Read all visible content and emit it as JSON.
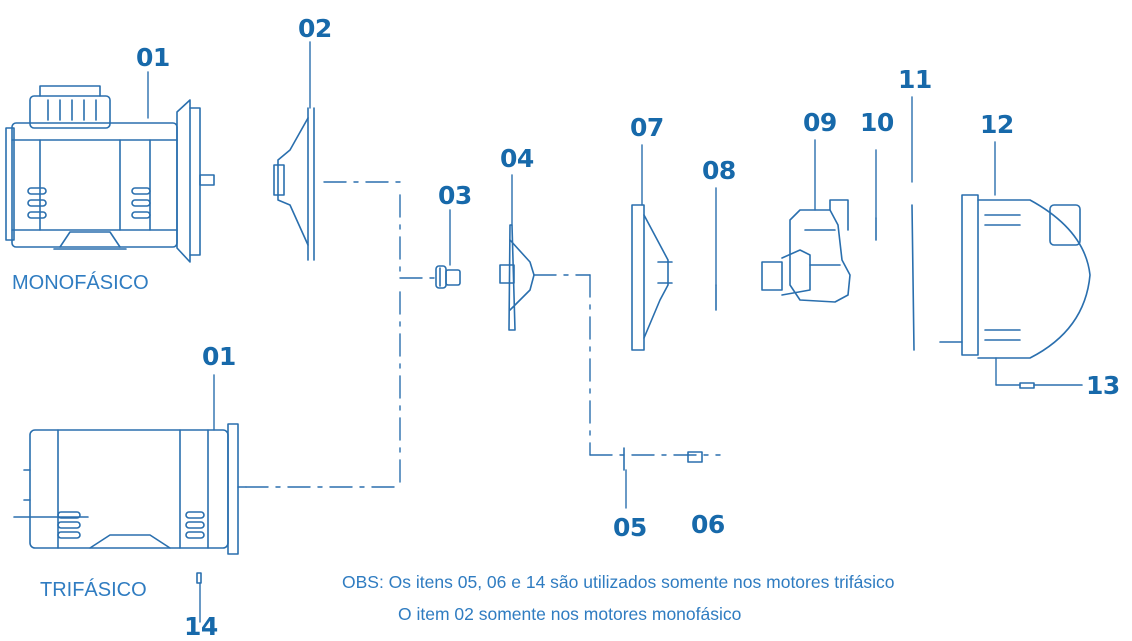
{
  "part_numbers": {
    "p01_top": "01",
    "p01_bottom": "01",
    "p02": "02",
    "p03": "03",
    "p04": "04",
    "p05": "05",
    "p06": "06",
    "p07": "07",
    "p08": "08",
    "p09": "09",
    "p10": "10",
    "p11": "11",
    "p12": "12",
    "p13": "13",
    "p14": "14"
  },
  "motor_labels": {
    "single_phase": "MONOFÁSICO",
    "three_phase": "TRIFÁSICO"
  },
  "notes": {
    "line1": "OBS: Os itens 05, 06 e 14 são utilizados somente nos motores trifásico",
    "line2": "O item 02 somente nos motores monofásico"
  },
  "colors": {
    "label_blue": "#1769aa",
    "text_blue": "#2f7cc1",
    "line_blue": "#2a6fae"
  }
}
